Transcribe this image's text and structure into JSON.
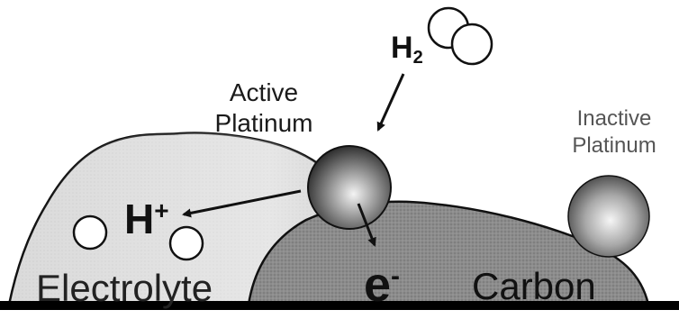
{
  "labels": {
    "active_line1": "Active",
    "active_line2": "Platinum",
    "inactive_line1": "Inactive",
    "inactive_line2": "Platinum",
    "h2_base": "H",
    "h2_sub": "2",
    "hplus_base": "H",
    "hplus_sup": "+",
    "electron_base": "e",
    "electron_sup": "-",
    "electrolyte": "Electrolyte",
    "carbon": "Carbon"
  },
  "colors": {
    "electrolyte_fill": "#d9d9d9",
    "carbon_fill": "#8a8a8a",
    "outline": "#111111",
    "ground": "#000000",
    "sphere_light": "#f2f2f2",
    "sphere_dark": "#2b2b2b"
  }
}
